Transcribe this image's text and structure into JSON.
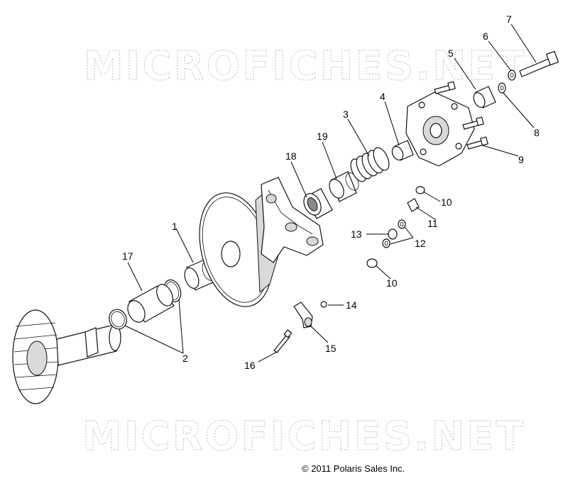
{
  "watermark_top": "MICROFICHES.NET",
  "watermark_bottom": "MICROFICHES.NET",
  "copyright": "© 2011 Polaris Sales Inc.",
  "callouts": {
    "c1": "1",
    "c2": "2",
    "c3": "3",
    "c4": "4",
    "c5": "5",
    "c6": "6",
    "c7": "7",
    "c8": "8",
    "c9": "9",
    "c10a": "10",
    "c10b": "10",
    "c11": "11",
    "c12": "12",
    "c13": "13",
    "c14": "14",
    "c15": "15",
    "c16": "16",
    "c17": "17",
    "c18": "18",
    "c19": "19"
  }
}
